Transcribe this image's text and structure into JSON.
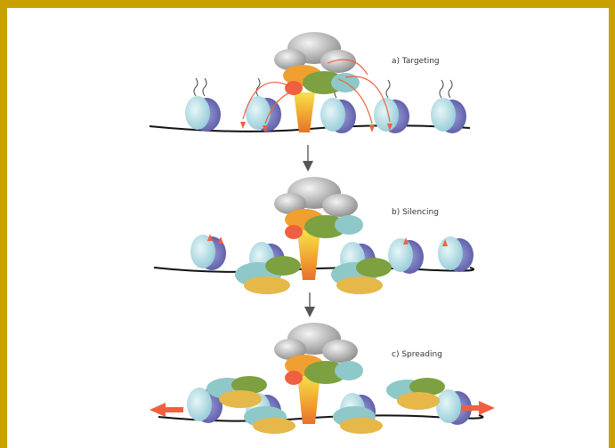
{
  "panels": [
    {
      "label": "a) Targeting"
    },
    {
      "label": "b) Silencing"
    },
    {
      "label": "c) Spreading"
    }
  ],
  "colors": {
    "frame_border": "#c8a000",
    "background": "#ffffff",
    "nucleosome_front": "#bfe3ea",
    "nucleosome_back": "#6f6fb8",
    "complex_grey": "#9a9a9a",
    "complex_orange": "#f0a030",
    "complex_green": "#7da040",
    "complex_teal": "#8ec8c8",
    "complex_yellow": "#e6b84a",
    "arrow_red": "#f06040",
    "dna": "#111111"
  }
}
